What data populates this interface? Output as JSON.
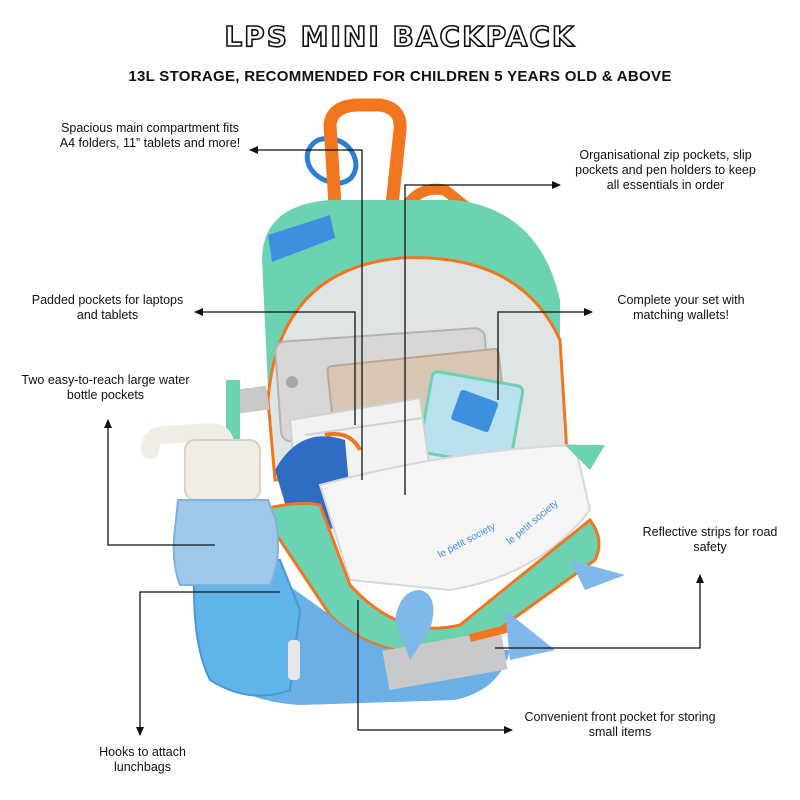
{
  "header": {
    "title": "LPS MINI BACKPACK",
    "subtitle": "13L STORAGE, RECOMMENDED FOR CHILDREN 5 YEARS OLD & ABOVE"
  },
  "callouts": {
    "main_compartment": "Spacious main compartment fits A4 folders, 11” tablets and more!",
    "zip_pockets": "Organisational zip pockets, slip pockets and pen holders to keep all essentials in order",
    "padded_pockets": "Padded pockets for laptops and tablets",
    "wallets": "Complete your set with matching wallets!",
    "bottle_pockets": "Two easy-to-reach large water bottle pockets",
    "reflective": "Reflective strips for road safety",
    "front_pocket": "Convenient front pocket for storing small items",
    "hooks": "Hooks to attach lunchbags"
  },
  "product_print": {
    "brand_text": "le petit society"
  },
  "colors": {
    "mint": "#6cd3b2",
    "orange": "#f2761e",
    "sky_blue": "#5fb4ea",
    "lining": "#e9eaea",
    "bottle_cap": "#f1ece4",
    "bottle_body": "#9ec8ea"
  }
}
